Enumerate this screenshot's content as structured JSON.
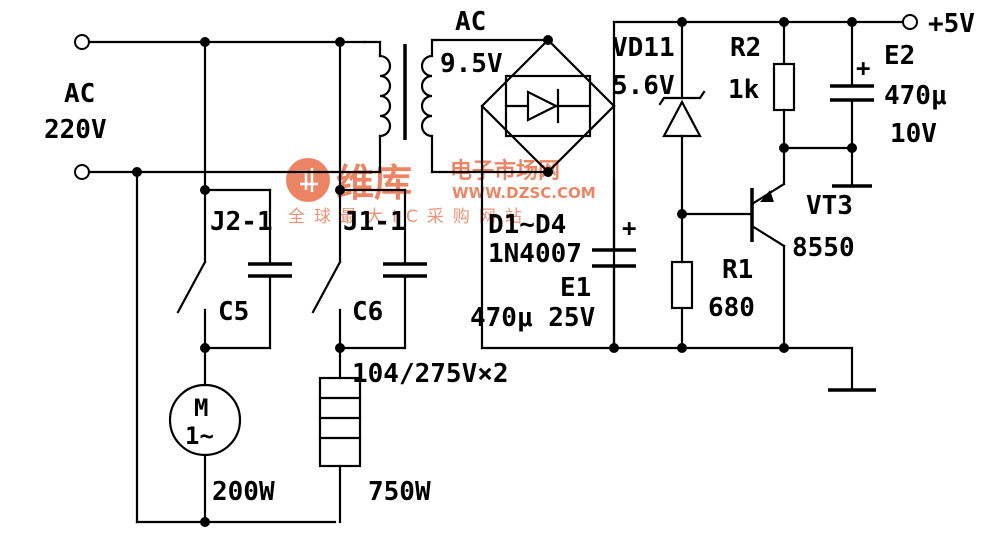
{
  "labels": {
    "ac_input": "AC",
    "ac_voltage": "220V",
    "transformer_secondary_ac": "AC",
    "transformer_secondary_voltage": "9.5V",
    "relay_contact_1": "J2-1",
    "relay_contact_2": "J1-1",
    "cap_c5": "C5",
    "cap_c6": "C6",
    "cap_rating": "104/275V×2",
    "motor_symbol": "M",
    "motor_phase": "1~",
    "motor_power": "200W",
    "heater_power": "750W",
    "bridge_name": "D1~D4",
    "bridge_part": "1N4007",
    "cap_e1": "E1",
    "cap_e1_value": "470μ 25V",
    "zener_name": "VD11",
    "zener_voltage": "5.6V",
    "r2_name": "R2",
    "r2_value": "1k",
    "r1_name": "R1",
    "r1_value": "680",
    "transistor_name": "VT3",
    "transistor_part": "8550",
    "cap_e2": "E2",
    "cap_e2_value": "470μ",
    "cap_e2_voltage": "10V",
    "output_voltage": "+5V",
    "plus_sign": "+"
  },
  "watermark": {
    "brand": "维库",
    "brand_suffix": "电子市场网",
    "url": "WWW.DZSC.COM",
    "tagline": "全球最大IC采购网站"
  },
  "colors": {
    "ink": "#000000",
    "watermark": "#e8704a"
  }
}
